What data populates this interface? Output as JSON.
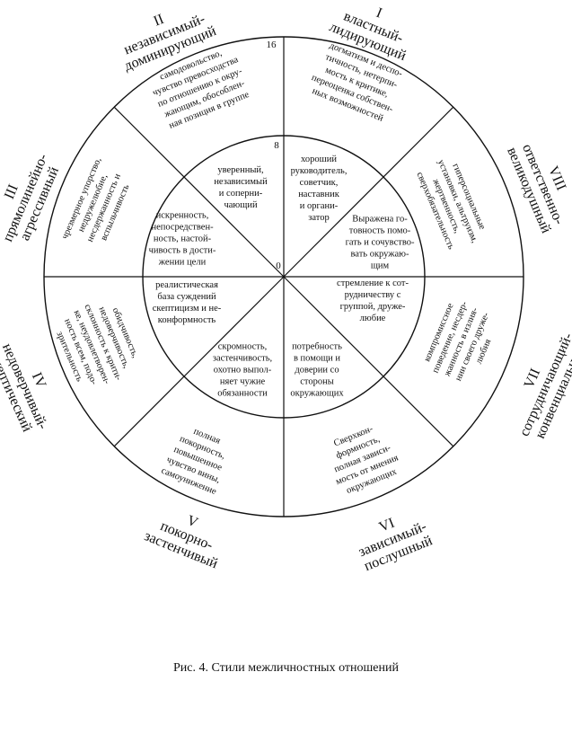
{
  "caption": "Рис. 4. Стили межличностных отношений",
  "scale": {
    "outer": "16",
    "middle": "8",
    "center": "0"
  },
  "octants": [
    {
      "numeral": "I",
      "name": [
        "властный-",
        "лидирующий"
      ],
      "outer_text": [
        "догматизм и деспо-",
        "тичность, нетерпи-",
        "мость к критике,",
        "переоценка собствен-",
        "ных возможностей"
      ],
      "inner_text": [
        "хороший",
        "руководитель,",
        "советчик,",
        "наставник",
        "и органи-",
        "затор"
      ]
    },
    {
      "numeral": "II",
      "name": [
        "независимый-",
        "доминирующий"
      ],
      "outer_text": [
        "самодовольство,",
        "чувство превосходства",
        "по отношению к окру-",
        "жающим, обособлен-",
        "ная позиция в группе"
      ],
      "inner_text": [
        "уверенный,",
        "независимый",
        "и соперни-",
        "чающий"
      ]
    },
    {
      "numeral": "III",
      "name": [
        "прямолинейно-",
        "агрессивный"
      ],
      "outer_text": [
        "чрезмерное упорство,",
        "недружелюбие,",
        "несдержанность и",
        "вспыльчивость"
      ],
      "inner_text": [
        "искренность,",
        "непосредствен-",
        "ность, настой-",
        "чивость в дости-",
        "жении цели"
      ]
    },
    {
      "numeral": "IV",
      "name": [
        "недоверчивый-",
        "скептический"
      ],
      "outer_text": [
        "обидчивость,",
        "недоверчивость,",
        "склонность к крити-",
        "ке, неудовлетворен-",
        "ность всем, подо-",
        "зрительность"
      ],
      "inner_text": [
        "реалистическая",
        "база суждений",
        "скептицизм и не-",
        "конформность"
      ]
    },
    {
      "numeral": "V",
      "name": [
        "покорно-",
        "застенчивый"
      ],
      "outer_text": [
        "полная",
        "покорность,",
        "повышенное",
        "чувство вины,",
        "самоунижение"
      ],
      "inner_text": [
        "скромность,",
        "застенчивость,",
        "охотно выпол-",
        "няет чужие",
        "обязанности"
      ]
    },
    {
      "numeral": "VI",
      "name": [
        "зависимый-",
        "послушный"
      ],
      "outer_text": [
        "Сверхкон-",
        "формность,",
        "полная зависи-",
        "мость от мнения",
        "окружающих"
      ],
      "inner_text": [
        "потребность",
        "в помощи и",
        "доверии со",
        "стороны",
        "окружающих"
      ]
    },
    {
      "numeral": "VII",
      "name": [
        "сотрудничающий-",
        "конвенциальный"
      ],
      "outer_text": [
        "компромиссное",
        "поведение, несдер-",
        "жанность в излия-",
        "нии своего друже-",
        "любия"
      ],
      "inner_text": [
        "стремление к сот-",
        "рудничеству с",
        "группой, друже-",
        "любие"
      ]
    },
    {
      "numeral": "VIII",
      "name": [
        "ответственно-",
        "великодушный"
      ],
      "outer_text": [
        "гиперсоциальные",
        "установки, альтруизм,",
        "жертвенность,",
        "сверхобязательность"
      ],
      "inner_text": [
        "Выражена го-",
        "товность помо-",
        "гать и сочувство-",
        "вать окружаю-",
        "щим"
      ]
    }
  ]
}
